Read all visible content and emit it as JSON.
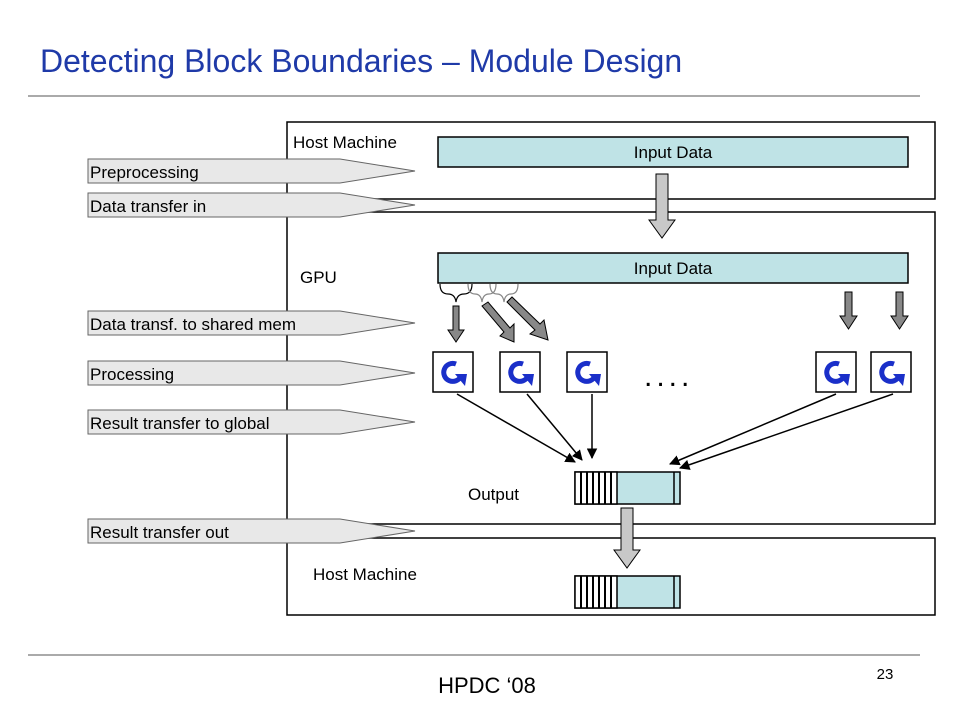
{
  "slide": {
    "title": "Detecting Block Boundaries – Module Design",
    "footer": "HPDC ‘08",
    "page_number": "23",
    "title_color": "#1f3aa8"
  },
  "diagram": {
    "host_top_label": "Host Machine",
    "gpu_label": "GPU",
    "output_label": "Output",
    "host_bottom_label": "Host Machine",
    "input_top_label": "Input Data",
    "input_gpu_label": "Input Data",
    "dots": "....",
    "stages": [
      "Preprocessing",
      "Data transfer in",
      "Data transf. to shared mem",
      "Processing",
      "Result transfer to global",
      "Result transfer out"
    ],
    "colors": {
      "input_fill": "#bfe3e6",
      "arrow_fill": "#e8e8e8",
      "processor_icon": "#1a2fc9"
    }
  }
}
